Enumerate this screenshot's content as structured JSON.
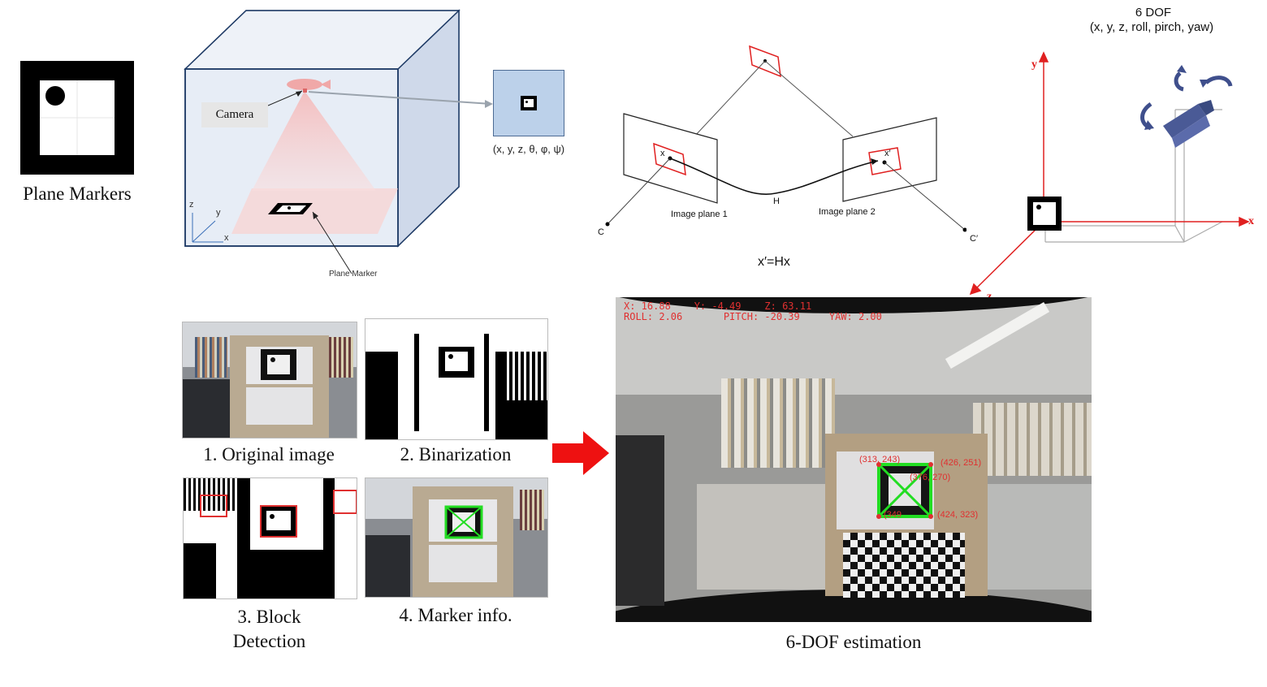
{
  "plane_markers": {
    "label": "Plane Markers"
  },
  "room": {
    "camera_label": "Camera",
    "plane_marker_label": "Plane Marker",
    "pose_label": "(x, y, z, θ, φ, ψ)",
    "axis_x": "x",
    "axis_y": "y",
    "axis_z": "z"
  },
  "homography": {
    "image_plane_1": "Image plane 1",
    "image_plane_2": "Image plane 2",
    "point_x": "x",
    "point_x_prime": "x′",
    "center_c": "C",
    "center_c_prime": "C′",
    "h_label": "H",
    "equation": "x′=Hx"
  },
  "dof": {
    "title": "6 DOF",
    "subtitle": "(x, y, z, roll, pirch, yaw)",
    "axis_x": "x",
    "axis_y": "y",
    "axis_z": "z"
  },
  "steps": [
    {
      "label": "1. Original image"
    },
    {
      "label": "2. Binarization"
    },
    {
      "label": "3. Block\nDetection"
    },
    {
      "label": "4. Marker info."
    }
  ],
  "estimation": {
    "caption": "6-DOF estimation",
    "overlay_line1": "X: 16.88    Y: -4.49    Z: 63.11",
    "overlay_line2": "ROLL: 2.06       PITCH: -20.39     YAW: 2.00",
    "corner_tl": "(313, 243)",
    "corner_tr": "(426, 251)",
    "corner_c": "(376, 270)",
    "corner_bl": "(349",
    "corner_br": "(424, 323)"
  },
  "colors": {
    "marker_red": "#e03030",
    "arrow_red": "#ee1111",
    "room_fill": "#dfe6f1",
    "room_edge": "#1f3b66",
    "axis_red": "#e02020",
    "detect_green": "#22dd22"
  }
}
